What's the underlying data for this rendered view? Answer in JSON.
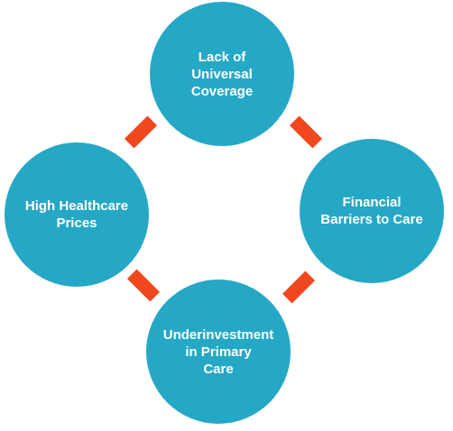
{
  "colors": {
    "node": "#25a8c5",
    "link": "#f1471f",
    "text": "#ffffff"
  },
  "nodes": {
    "top": {
      "label": "Lack of\nUniversal\nCoverage"
    },
    "right": {
      "label": "Financial\nBarriers to Care"
    },
    "bottom": {
      "label": "Underinvestment\nin Primary\nCare"
    },
    "left": {
      "label": "High Healthcare\nPrices"
    }
  }
}
